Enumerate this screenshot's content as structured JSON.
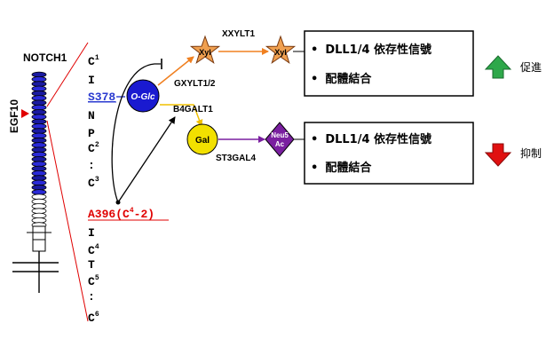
{
  "gene": {
    "name": "NOTCH1",
    "domain_label": "EGF10"
  },
  "sequence": {
    "residues": [
      "C",
      "I",
      "N",
      "P",
      "C",
      ":",
      "C",
      "I",
      "C",
      "T",
      "C",
      ":",
      "C"
    ],
    "cys_superscripts": [
      "1",
      "2",
      "3",
      "4",
      "5",
      "6"
    ],
    "s378_label": "S378",
    "a396_label": "A396",
    "a396_note_open": "(C",
    "a396_note_sup": "4",
    "a396_note_close": "-2)"
  },
  "glycans": {
    "o_glc": "O-Glc",
    "xyl_1": "Xyl",
    "xyl_2": "Xyl",
    "gal": "Gal",
    "neu5ac_line1": "Neu5",
    "neu5ac_line2": "Ac"
  },
  "enzymes": {
    "xxylt1": "XXYLT1",
    "gxylt": "GXYLT1/2",
    "b4galt1": "B4GALT1",
    "st3gal4": "ST3GAL4"
  },
  "outcome_boxes": [
    {
      "bullet": "•",
      "line1": "DLL1/4 依存性信號",
      "line2": "配體結合",
      "effect": "促進"
    },
    {
      "bullet": "•",
      "line1": "DLL1/4 依存性信號",
      "line2": "配體結合",
      "effect": "抑制"
    }
  ],
  "colors": {
    "o_glc_fill": "#1a1ad0",
    "xyl_fill": "#f0a050",
    "gal_fill": "#f2e000",
    "neu5ac_fill": "#7a1fa0",
    "red": "#e00000",
    "up_arrow": "#2ea84a",
    "down_arrow": "#e01010",
    "blue_text": "#2a3ad0",
    "orange_line": "#f08020",
    "yellow_line": "#f0c000",
    "purple_line": "#7a1fa0"
  }
}
